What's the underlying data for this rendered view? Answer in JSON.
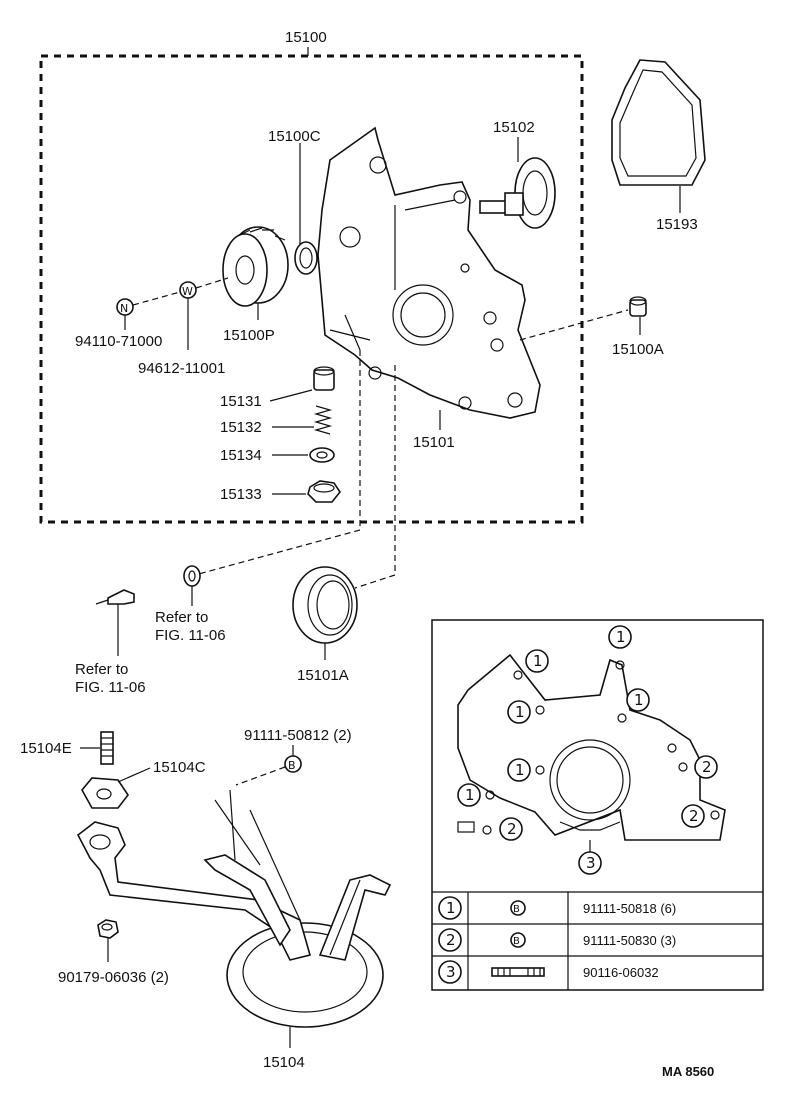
{
  "assembly": {
    "main_number": "15100",
    "ref_code": "MA 8560"
  },
  "parts": {
    "p15100C": "15100C",
    "p15102": "15102",
    "p15193": "15193",
    "p15100P": "15100P",
    "p94110": "94110-71000",
    "p94612": "94612-11001",
    "p15100A": "15100A",
    "p15131": "15131",
    "p15132": "15132",
    "p15134": "15134",
    "p15133": "15133",
    "p15101": "15101",
    "p15101A": "15101A",
    "p15104E": "15104E",
    "p15104C": "15104C",
    "p91111_812": "91111-50812 (2)",
    "p90179": "90179-06036 (2)",
    "p15104": "15104"
  },
  "symbols": {
    "n_marker": "N",
    "w_marker": "W",
    "b_marker": "B"
  },
  "references": {
    "refer_a_line1": "Refer to",
    "refer_a_line2": "FIG. 11-06",
    "refer_b_line1": "Refer to",
    "refer_b_line2": "FIG. 11-06"
  },
  "inset": {
    "callouts": [
      "1",
      "1",
      "1",
      "1",
      "1",
      "1",
      "2",
      "2",
      "2",
      "3"
    ]
  },
  "bolt_table": {
    "rows": [
      {
        "key": "1",
        "symbol": "B",
        "part": "91111-50818 (6)"
      },
      {
        "key": "2",
        "symbol": "B",
        "part": "91111-50830 (3)"
      },
      {
        "key": "3",
        "symbol": "stud",
        "part": "90116-06032"
      }
    ]
  }
}
